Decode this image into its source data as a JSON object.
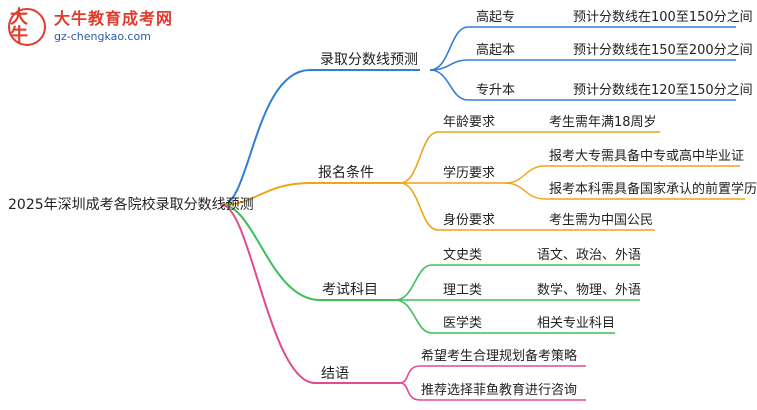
{
  "brand": {
    "name": "大牛教育成考网",
    "url": "gz-chengkao.com",
    "mark": "大牛"
  },
  "root": "2025年深圳成考各院校录取分数线预测",
  "colors": {
    "blue": "#2f7fd6",
    "orange": "#f0a418",
    "green": "#3dbf58",
    "pink": "#e24a8f",
    "root_edge": "#444444"
  },
  "branches": {
    "b1": {
      "label": "录取分数线预测",
      "items": [
        {
          "label": "高起专",
          "value": "预计分数线在100至150分之间"
        },
        {
          "label": "高起本",
          "value": "预计分数线在150至200分之间"
        },
        {
          "label": "专升本",
          "value": "预计分数线在120至150分之间"
        }
      ]
    },
    "b2": {
      "label": "报名条件",
      "items": [
        {
          "label": "年龄要求",
          "values": [
            "考生需年满18周岁"
          ]
        },
        {
          "label": "学历要求",
          "values": [
            "报考大专需具备中专或高中毕业证",
            "报考本科需具备国家承认的前置学历"
          ]
        },
        {
          "label": "身份要求",
          "values": [
            "考生需为中国公民"
          ]
        }
      ]
    },
    "b3": {
      "label": "考试科目",
      "items": [
        {
          "label": "文史类",
          "value": "语文、政治、外语"
        },
        {
          "label": "理工类",
          "value": "数学、物理、外语"
        },
        {
          "label": "医学类",
          "value": "相关专业科目"
        }
      ]
    },
    "b4": {
      "label": "结语",
      "items": [
        {
          "value": "希望考生合理规划备考策略"
        },
        {
          "value": "推荐选择菲鱼教育进行咨询"
        }
      ]
    }
  }
}
